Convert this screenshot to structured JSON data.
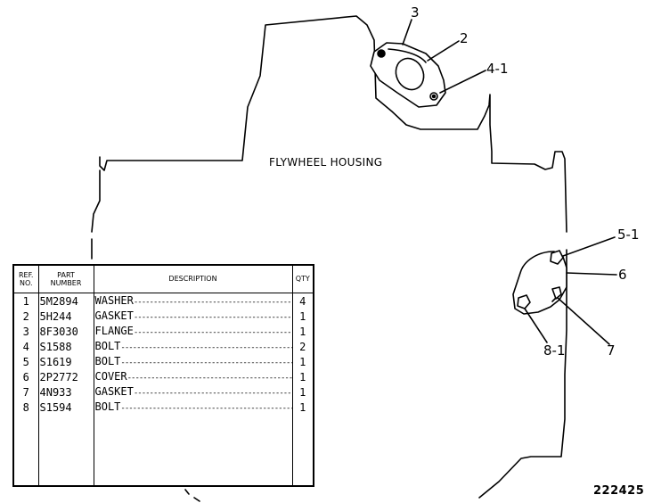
{
  "diagram": {
    "housing_label": "FLYWHEEL HOUSING",
    "figure_number": "222425",
    "callouts": [
      "3",
      "2",
      "4-1",
      "5-1",
      "6",
      "7",
      "8-1"
    ]
  },
  "parts_table": {
    "headers": {
      "ref": [
        "REF.",
        "NO."
      ],
      "part_number": [
        "PART",
        "NUMBER"
      ],
      "description": "DESCRIPTION",
      "qty": "QTY"
    },
    "rows": [
      {
        "ref": "1",
        "part_number": "5M2894",
        "description": "WASHER",
        "qty": "4"
      },
      {
        "ref": "2",
        "part_number": "5H244",
        "description": "GASKET",
        "qty": "1"
      },
      {
        "ref": "3",
        "part_number": "8F3030",
        "description": "FLANGE",
        "qty": "1"
      },
      {
        "ref": "4",
        "part_number": "S1588",
        "description": "BOLT",
        "qty": "2"
      },
      {
        "ref": "5",
        "part_number": "S1619",
        "description": "BOLT",
        "qty": "1"
      },
      {
        "ref": "6",
        "part_number": "2P2772",
        "description": "COVER",
        "qty": "1"
      },
      {
        "ref": "7",
        "part_number": "4N933",
        "description": "GASKET",
        "qty": "1"
      },
      {
        "ref": "8",
        "part_number": "S1594",
        "description": "BOLT",
        "qty": "1"
      }
    ]
  }
}
